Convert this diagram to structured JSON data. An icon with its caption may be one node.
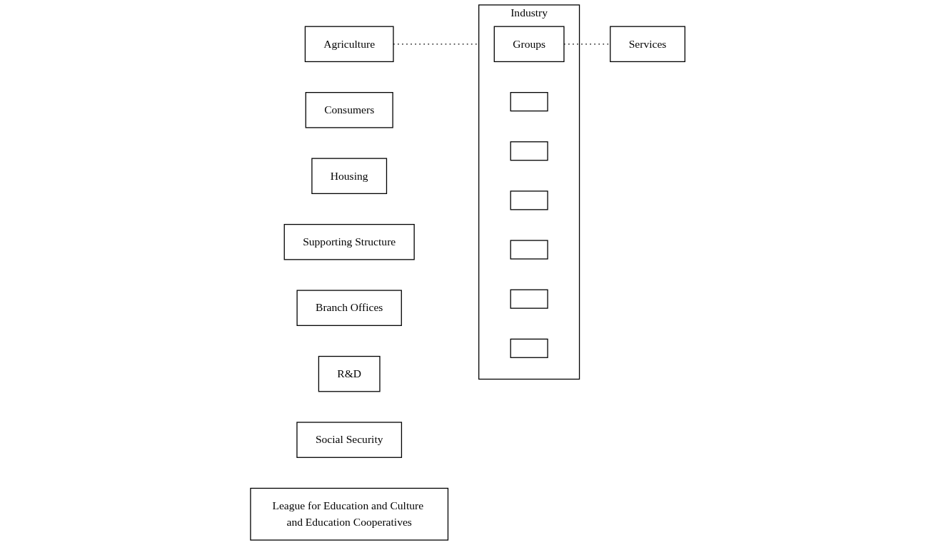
{
  "diagram": {
    "nodes": [
      {
        "text": [
          "Agriculture"
        ]
      },
      {
        "text": [
          "Industry"
        ]
      },
      {
        "text": [
          "Groups"
        ],
        "in": 1
      },
      {
        "text": [],
        "shape": "box",
        "in": 1
      },
      {
        "text": [],
        "shape": "box",
        "in": 1
      },
      {
        "text": [],
        "shape": "box",
        "in": 1
      },
      {
        "text": [],
        "shape": "box",
        "in": 1
      },
      {
        "text": [],
        "shape": "box",
        "in": 1
      },
      {
        "text": [],
        "shape": "box",
        "in": 1
      },
      {
        "text": [
          "Services"
        ]
      },
      {
        "text": [
          "Consumers"
        ]
      },
      {
        "text": [
          "Housing"
        ]
      },
      {
        "text": [
          "Supporting Structure"
        ]
      },
      {
        "text": [
          "Branch Offices"
        ]
      },
      {
        "text": [
          "R&D"
        ]
      },
      {
        "text": [
          "Social Security"
        ]
      },
      {
        "text": [
          "League for Education and Culture and Education Cooperatives"
        ]
      }
    ],
    "edges": [
      {
        "from": 0,
        "to": 1,
        "arrow": "none",
        "style": "dashed"
      },
      {
        "from": 2,
        "to": 9,
        "arrow": "none",
        "style": "dashed"
      }
    ]
  }
}
